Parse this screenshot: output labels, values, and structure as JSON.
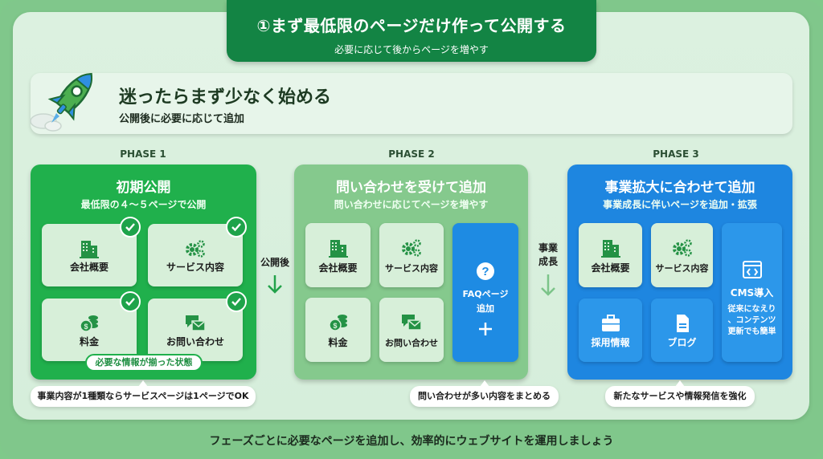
{
  "banner": {
    "title": "①まず最低限のページだけ作って公開する",
    "subtitle": "必要に応じて後からページを増やす"
  },
  "intro": {
    "icon": "rocket-icon",
    "heading": "迷ったらまず少なく始める",
    "subheading": "公開後に必要に応じて追加"
  },
  "phases": [
    {
      "label": "PHASE 1",
      "title": "初期公開",
      "subtitle": "最低限の４～５ページで公開",
      "color": "#20b04c",
      "cards": [
        {
          "label": "会社概要",
          "icon": "building-icon",
          "checked": true
        },
        {
          "label": "サービス内容",
          "icon": "gears-icon",
          "checked": true
        },
        {
          "label": "料金",
          "icon": "coins-icon",
          "checked": true
        },
        {
          "label": "お問い合わせ",
          "icon": "chat-mail-icon",
          "checked": true
        }
      ],
      "status_pill": "必要な情報が揃った状態",
      "note": "事業内容が1種類ならサービスページは1ページでOK"
    },
    {
      "label": "PHASE 2",
      "title": "問い合わせを受けて追加",
      "subtitle": "問い合わせに応じてページを増やす",
      "color": "#85c98d",
      "cards": [
        {
          "label": "会社概要",
          "icon": "building-icon"
        },
        {
          "label": "サービス内容",
          "icon": "gears-icon"
        },
        {
          "label": "料金",
          "icon": "coins-icon"
        },
        {
          "label": "お問い合わせ",
          "icon": "chat-mail-icon"
        }
      ],
      "highlight": {
        "label_line1": "FAQページ",
        "label_line2": "追加",
        "icon": "question-icon",
        "action_icon": "plus-icon"
      },
      "note": "問い合わせが多い内容をまとめる"
    },
    {
      "label": "PHASE 3",
      "title": "事業拡大に合わせて追加",
      "subtitle": "事業成長に伴いページを追加・拡張",
      "color": "#1e86e0",
      "cards": [
        {
          "label": "会社概要",
          "icon": "building-icon"
        },
        {
          "label": "サービス内容",
          "icon": "gears-icon"
        },
        {
          "label": "採用情報",
          "icon": "briefcase-icon"
        },
        {
          "label": "ブログ",
          "icon": "document-icon"
        }
      ],
      "highlight": {
        "title": "CMS導入",
        "line1": "従来になえり",
        "line2": "、コンテンツ",
        "line3": "更新でも簡単",
        "icon": "code-window-icon"
      },
      "note": "新たなサービスや情報発信を強化"
    }
  ],
  "connectors": [
    {
      "label": "公開後",
      "icon": "arrow-down-icon"
    },
    {
      "label_line1": "事業",
      "label_line2": "成長",
      "icon": "arrow-down-icon"
    }
  ],
  "footer": "フェーズごとに必要なページを追加し、効率的にウェブサイトを運用しましょう"
}
